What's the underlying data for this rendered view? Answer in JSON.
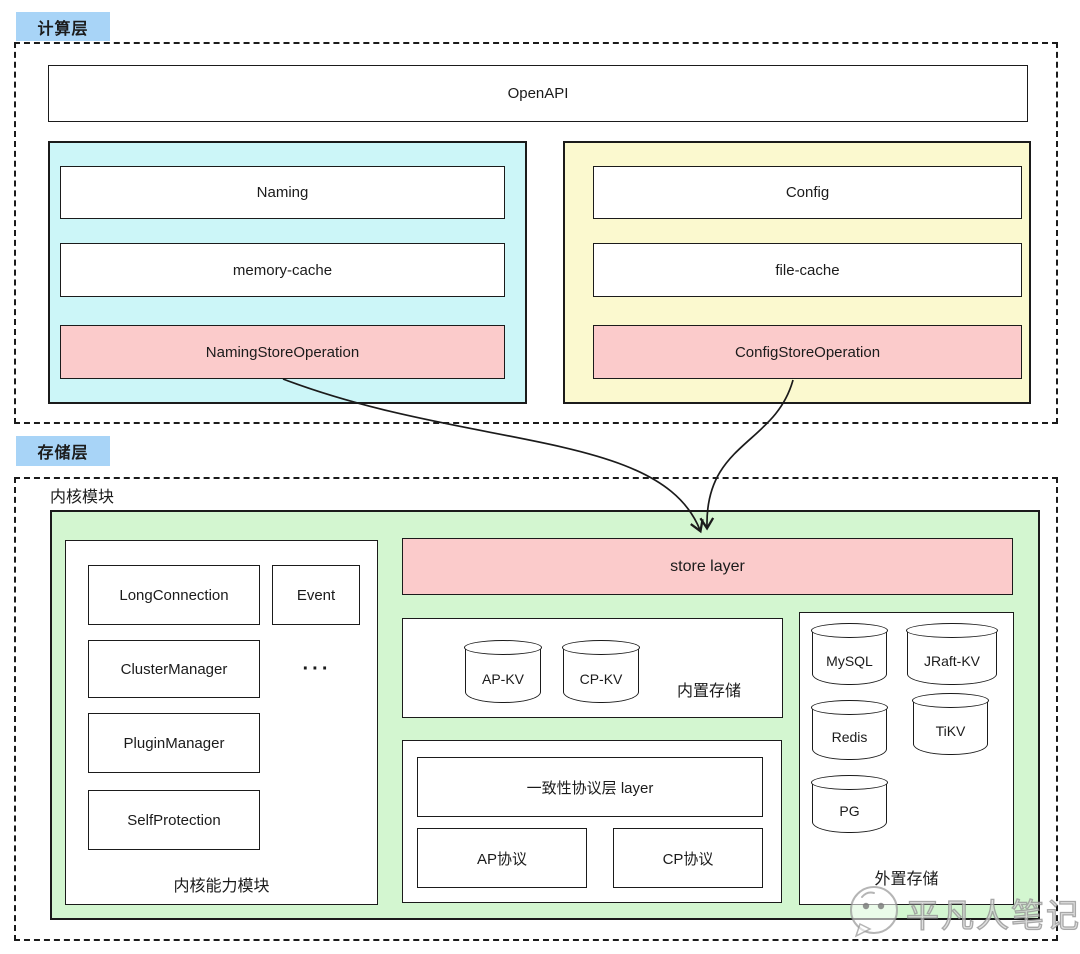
{
  "compute": {
    "tag": "计算层",
    "openapi": "OpenAPI",
    "naming_panel": {
      "rows": [
        "Naming",
        "memory-cache",
        "NamingStoreOperation"
      ]
    },
    "config_panel": {
      "rows": [
        "Config",
        "file-cache",
        "ConfigStoreOperation"
      ]
    }
  },
  "storage": {
    "tag": "存储层",
    "kernel_module_label": "内核模块",
    "capability": {
      "boxes": [
        "LongConnection",
        "Event",
        "ClusterManager",
        "PluginManager",
        "SelfProtection"
      ],
      "more_indicator": "···",
      "caption": "内核能力模块"
    },
    "store_layer": "store layer",
    "builtin": {
      "cylinders": [
        "AP-KV",
        "CP-KV"
      ],
      "caption": "内置存储"
    },
    "consensus": {
      "header": "一致性协议层 layer",
      "protocols": [
        "AP协议",
        "CP协议"
      ]
    },
    "external": {
      "cylinders": [
        "MySQL",
        "JRaft-KV",
        "Redis",
        "TiKV",
        "PG"
      ],
      "caption": "外置存储"
    }
  },
  "watermark": {
    "text": "平凡人笔记"
  },
  "colors": {
    "tag_blue": "#a8d4f7",
    "panel_cyan": "#ccf6f8",
    "panel_yellow": "#fbf9cf",
    "highlight_pink": "#fbcbcb",
    "panel_green": "#d3f6d0",
    "line": "#1b1b1b"
  }
}
